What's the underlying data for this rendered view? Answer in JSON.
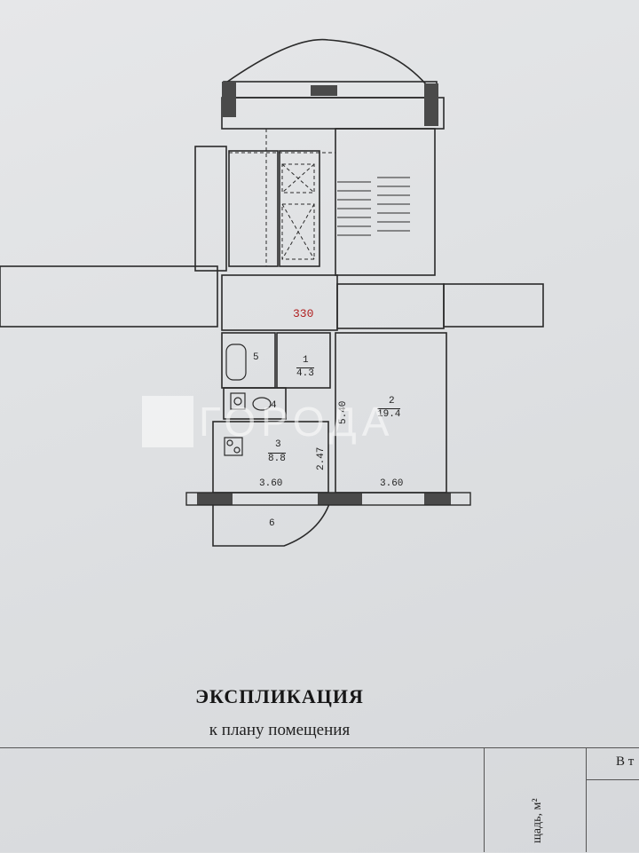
{
  "plan": {
    "corridor_number": "330",
    "rooms": [
      {
        "number": "1",
        "area": "4.3"
      },
      {
        "number": "2",
        "area": "19.4"
      },
      {
        "number": "3",
        "area": "8.8"
      }
    ],
    "unlabeled_rooms": [
      "5",
      "4",
      "6"
    ],
    "dimensions": {
      "width_left": "3.60",
      "width_right": "3.60",
      "length_room2": "5.40",
      "length_room3": "2.47"
    }
  },
  "watermark": {
    "text": "ГОРОДА"
  },
  "explication": {
    "title": "ЭКСПЛИКАЦИЯ",
    "subtitle": "к плану помещения",
    "table": {
      "header_partial": "В т",
      "column_vertical": "щадь, м²"
    }
  }
}
